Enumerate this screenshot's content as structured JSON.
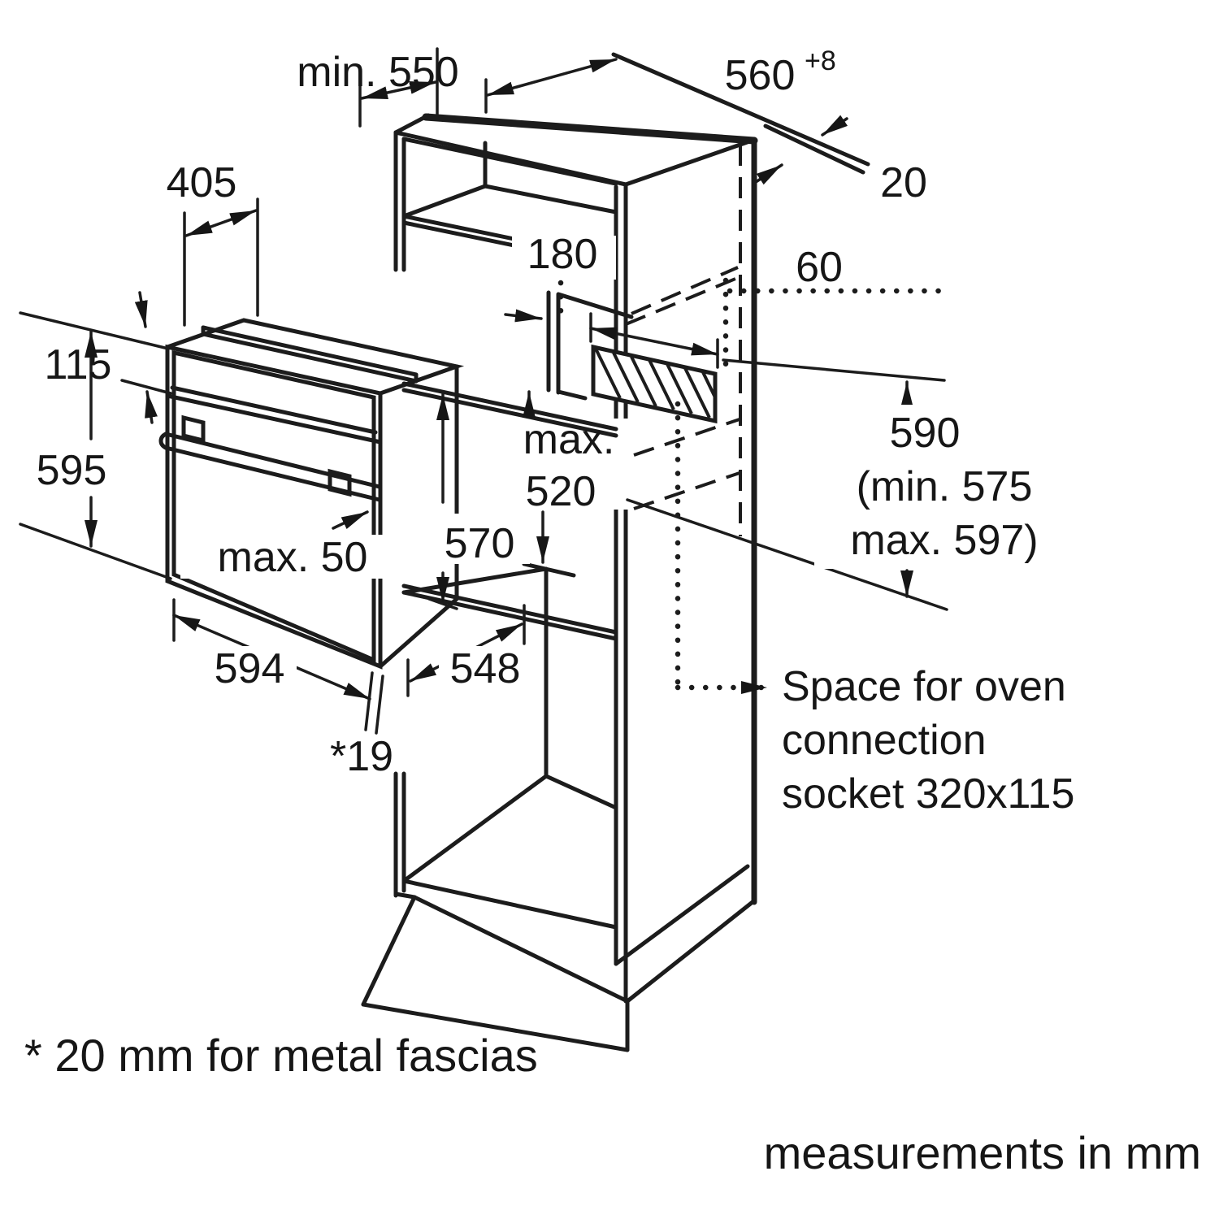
{
  "page": {
    "background": "#ffffff",
    "line_color": "#1c1c1c"
  },
  "dimensions": {
    "min_550": "min. 550",
    "d560": {
      "value": "560",
      "tolerance": "+8"
    },
    "d405": "405",
    "d20": "20",
    "d180": "180",
    "d60": "60",
    "d115": "115",
    "d595": "595",
    "max_520": {
      "line1": "max.",
      "line2": "520"
    },
    "d590": {
      "line1": "590",
      "line2": "(min. 575",
      "line3": "max. 597)"
    },
    "max_50": "max. 50",
    "d570": "570",
    "d594": "594",
    "d548": "548",
    "fascia_gap": "*19"
  },
  "notes": {
    "socket": {
      "line1": "Space for oven",
      "line2": "connection",
      "line3": "socket 320x115"
    },
    "footnote": "* 20 mm for metal fascias",
    "units": "measurements in mm"
  }
}
